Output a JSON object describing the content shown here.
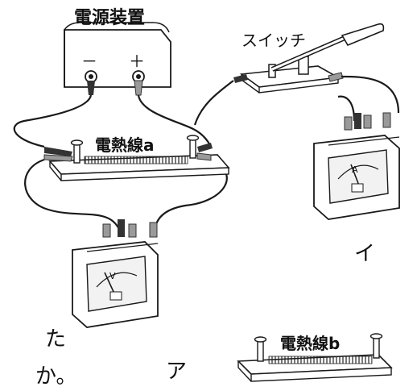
{
  "labels": {
    "power_supply": "電源装置",
    "minus": "－",
    "plus": "＋",
    "switch": "スイッチ",
    "wire_a": "電熱線a",
    "wire_b": "電熱線b",
    "ammeter_label": "イ",
    "voltmeter_label": "ア",
    "ammeter_symbol": "A",
    "voltmeter_symbol": "V",
    "fragment_left_1": "た",
    "fragment_left_2": "か。"
  },
  "colors": {
    "stroke": "#1a1a1a",
    "plug_dark": "#333333",
    "plug_light": "#9a9a9a",
    "meter_face": "#f2f2f2",
    "background": "#ffffff"
  }
}
